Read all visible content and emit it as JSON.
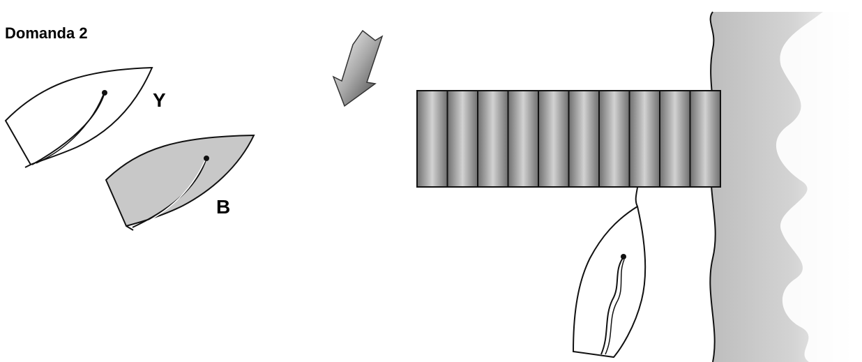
{
  "title": "Domanda 2",
  "boats": {
    "y": {
      "label": "Y",
      "hull_color": "#ffffff"
    },
    "b": {
      "label": "B",
      "hull_color": "#c8c8c8"
    },
    "moored": {
      "hull_color": "#ffffff"
    }
  },
  "wind": {
    "icon": "wind-arrow-icon"
  },
  "pier": {
    "planks": 10
  },
  "colors": {
    "outline": "#111111",
    "shore": "#c4c4c4"
  }
}
